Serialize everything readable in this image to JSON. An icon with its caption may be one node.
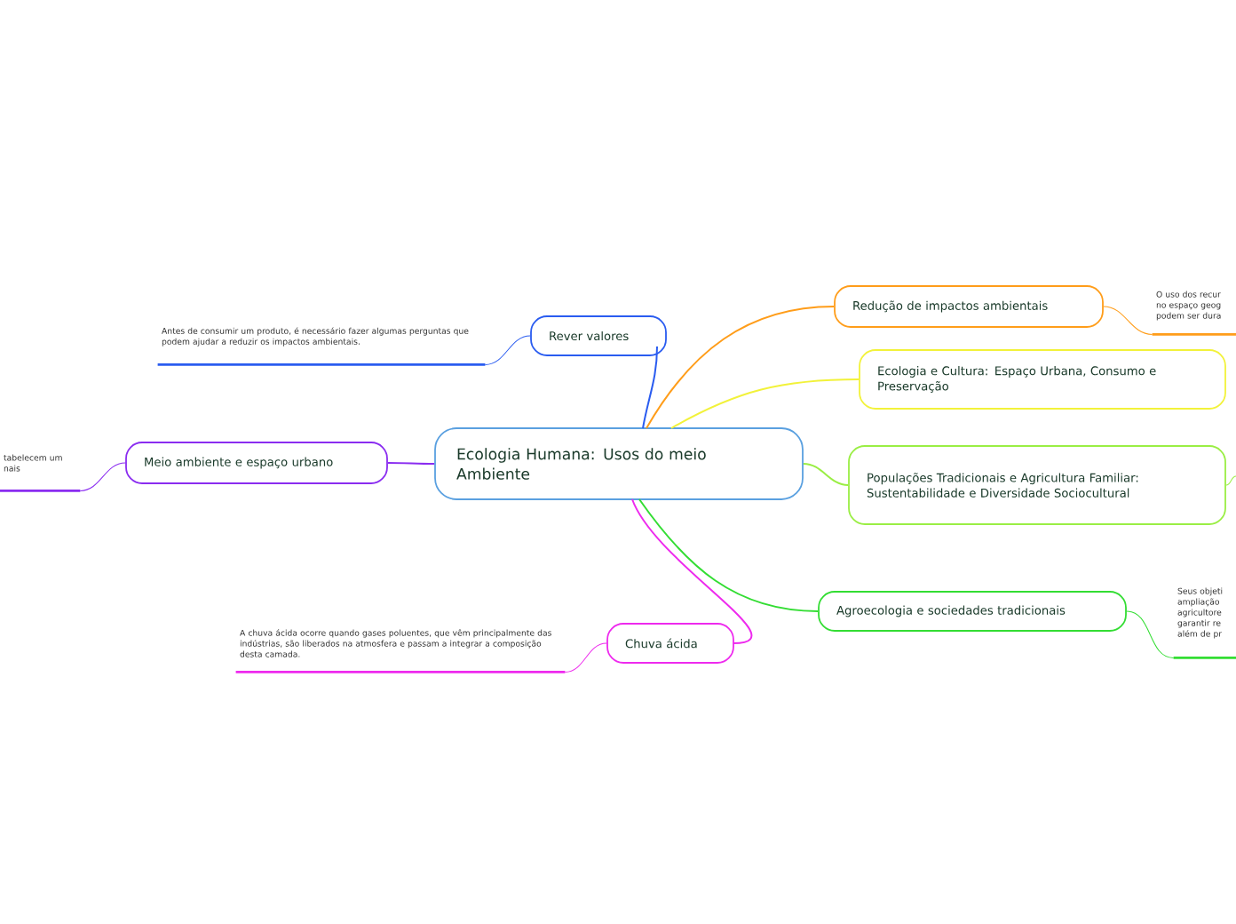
{
  "diagram": {
    "nodes": [
      {
        "text": [
          "Ecologia Humana: Usos do meio Ambiente"
        ]
      },
      {
        "text": [
          "Rever valores"
        ]
      },
      {
        "text": [
          "Antes de consumir um produto, é necessário fazer algumas perguntas que podem ajudar a reduzir os impactos ambientais."
        ]
      },
      {
        "text": [
          "Meio ambiente e espaço urbano"
        ]
      },
      {
        "text": [
          "tabelecem um nais"
        ]
      },
      {
        "text": [
          "Redução de impactos ambientais"
        ]
      },
      {
        "text": [
          "O uso dos recur no espaço geog podem ser dura"
        ]
      },
      {
        "text": [
          "Ecologia e Cultura: Espaço Urbana, Consumo e Preservação"
        ]
      },
      {
        "text": [
          "Populações Tradicionais e Agricultura Familiar: Sustentabilidade e Diversidade Sociocultural"
        ]
      },
      {
        "text": [
          "Agroecologia e sociedades tradicionais"
        ]
      },
      {
        "text": [
          "Seus objeti ampliação agricultore garantir re além de pr"
        ]
      },
      {
        "text": [
          "Chuva ácida"
        ]
      },
      {
        "text": [
          "A chuva ácida ocorre quando gases poluentes, que vêm principalmente das indústrias, são liberados na atmosfera e passam a integrar a composição desta camada."
        ]
      }
    ],
    "edges": [
      {
        "from": 0,
        "to": 1,
        "arrow": "none",
        "color": "#2a5cf0"
      },
      {
        "from": 0,
        "to": 3,
        "arrow": "none",
        "color": "#8a2cf0"
      },
      {
        "from": 0,
        "to": 5,
        "arrow": "none",
        "color": "#ff9d1a"
      },
      {
        "from": 0,
        "to": 7,
        "arrow": "none",
        "color": "#f2f23a"
      },
      {
        "from": 0,
        "to": 8,
        "arrow": "none",
        "color": "#9aee44"
      },
      {
        "from": 0,
        "to": 9,
        "arrow": "none",
        "color": "#33dd33"
      },
      {
        "from": 0,
        "to": 11,
        "arrow": "none",
        "color": "#ee2aee"
      },
      {
        "from": 1,
        "to": 2,
        "arrow": "none",
        "color": "#2a5cf0"
      },
      {
        "from": 3,
        "to": 4,
        "arrow": "none",
        "color": "#8a2cf0"
      },
      {
        "from": 5,
        "to": 6,
        "arrow": "none",
        "color": "#ff9d1a"
      },
      {
        "from": 8,
        "to": null,
        "arrow": "none",
        "color": "#9aee44"
      },
      {
        "from": 9,
        "to": 10,
        "arrow": "none",
        "color": "#33dd33"
      },
      {
        "from": 11,
        "to": 12,
        "arrow": "none",
        "color": "#ee2aee"
      }
    ]
  }
}
